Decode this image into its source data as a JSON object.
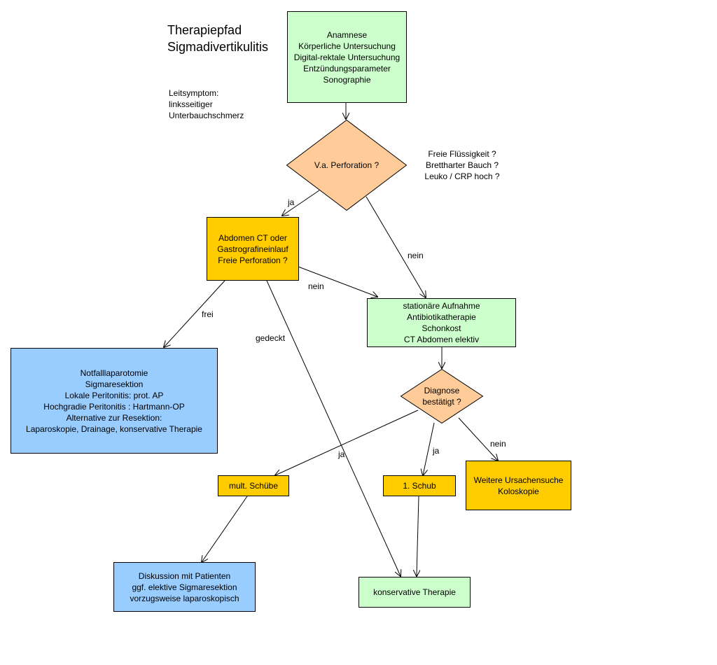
{
  "title": "Therapiepfad\nSigmadivertikulitis",
  "leitsymptom": "Leitsymptom:\nlinksseitiger\nUnterbauchschmerz",
  "perforation_criteria": "Freie Flüssigkeit ?\nBrettharter Bauch ?\nLeuko / CRP hoch ?",
  "colors": {
    "green": "#ccffcc",
    "gold": "#ffcc00",
    "blue": "#99ccff",
    "diamond": "#ffcc99"
  },
  "nodes": {
    "anamnese": "Anamnese\nKörperliche Untersuchung\nDigital-rektale Untersuchung\nEntzündungsparameter\nSonographie",
    "perforation_question": "V.a. Perforation ?",
    "ct": "Abdomen CT oder\nGastrografineinlauf\nFreie Perforation ?",
    "stationaer": "stationäre Aufnahme\nAntibiotikatherapie\nSchonkost\nCT Abdomen elektiv",
    "notfall": "Notfalllaparotomie\nSigmaresektion\nLokale Peritonitis: prot. AP\nHochgradie Peritonitis : Hartmann-OP\nAlternative zur Resektion:\nLaparoskopie, Drainage, konservative Therapie",
    "diagnose": "Diagnose\nbestätigt ?",
    "mult": "mult. Schübe",
    "schub": "1. Schub",
    "ursache": "Weitere Ursachensuche\nKoloskopie",
    "diskussion": "Diskussion mit Patienten\nggf. elektive Sigmaresektion\nvorzugsweise laparoskopisch",
    "konservativ": "konservative Therapie"
  },
  "edge_labels": {
    "ja1": "ja",
    "nein1": "nein",
    "nein2": "nein",
    "frei": "frei",
    "gedeckt": "gedeckt",
    "ja2": "ja",
    "ja3": "ja",
    "nein3": "nein"
  }
}
